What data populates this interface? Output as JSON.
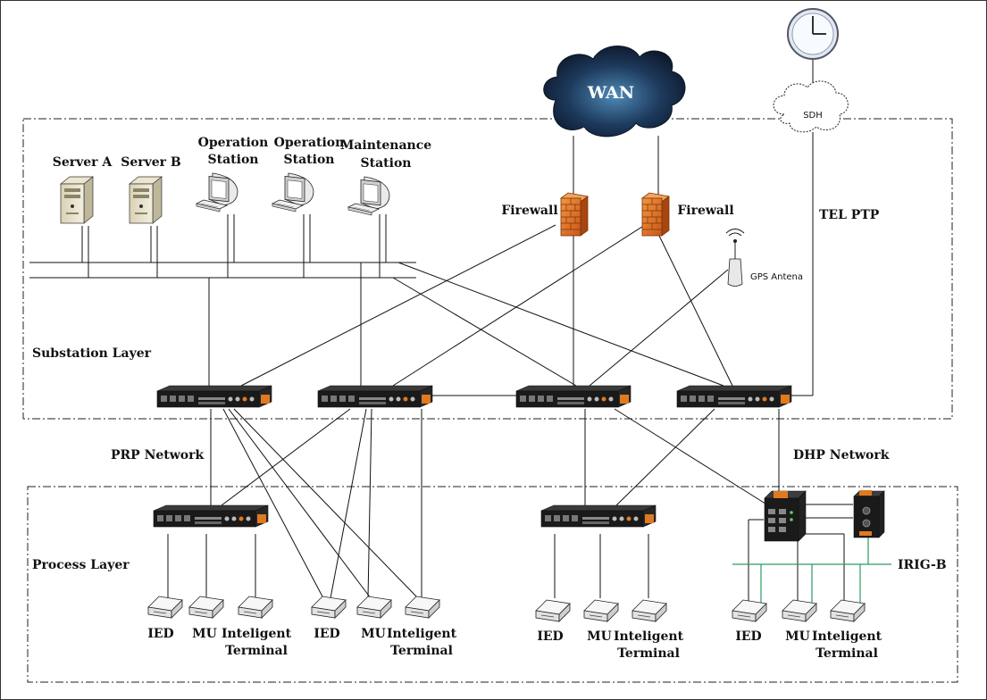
{
  "cloud": {
    "wan": "WAN",
    "sdh": "SDH"
  },
  "layers": {
    "substation": "Substation Layer",
    "process": "Process Layer"
  },
  "networks": {
    "prp": "PRP Network",
    "dhp": "DHP Network",
    "tel_ptp": "TEL PTP",
    "irig_b": "IRIG-B"
  },
  "servers": [
    {
      "label": "Server A"
    },
    {
      "label": "Server B"
    }
  ],
  "stations": [
    {
      "line1": "Operation",
      "line2": "Station"
    },
    {
      "line1": "Operation",
      "line2": "Station"
    },
    {
      "line1": "Maintenance",
      "line2": "Station"
    }
  ],
  "firewalls": [
    {
      "label": "Firewall"
    },
    {
      "label": "Firewall"
    }
  ],
  "gps": {
    "label": "GPS Antena"
  },
  "devices_group1": [
    {
      "line1": "IED",
      "line2": ""
    },
    {
      "line1": "MU",
      "line2": ""
    },
    {
      "line1": "Inteligent",
      "line2": "Terminal"
    }
  ],
  "devices_group2": [
    {
      "line1": "IED",
      "line2": ""
    },
    {
      "line1": "MU",
      "line2": ""
    },
    {
      "line1": "Inteligent",
      "line2": "Terminal"
    }
  ],
  "devices_group3": [
    {
      "line1": "IED",
      "line2": ""
    },
    {
      "line1": "MU",
      "line2": ""
    },
    {
      "line1": "Inteligent",
      "line2": "Terminal"
    }
  ],
  "devices_group4": [
    {
      "line1": "IED",
      "line2": ""
    },
    {
      "line1": "MU",
      "line2": ""
    },
    {
      "line1": "Inteligent",
      "line2": "Terminal"
    }
  ],
  "colors": {
    "switch_body": "#1c1c1c",
    "accent_orange": "#e07a1f",
    "firewall": "#e8792a",
    "cloud_dark": "#0d1a2c",
    "cloud_light": "#3e7aa8",
    "irig_green": "#2a9a63"
  }
}
